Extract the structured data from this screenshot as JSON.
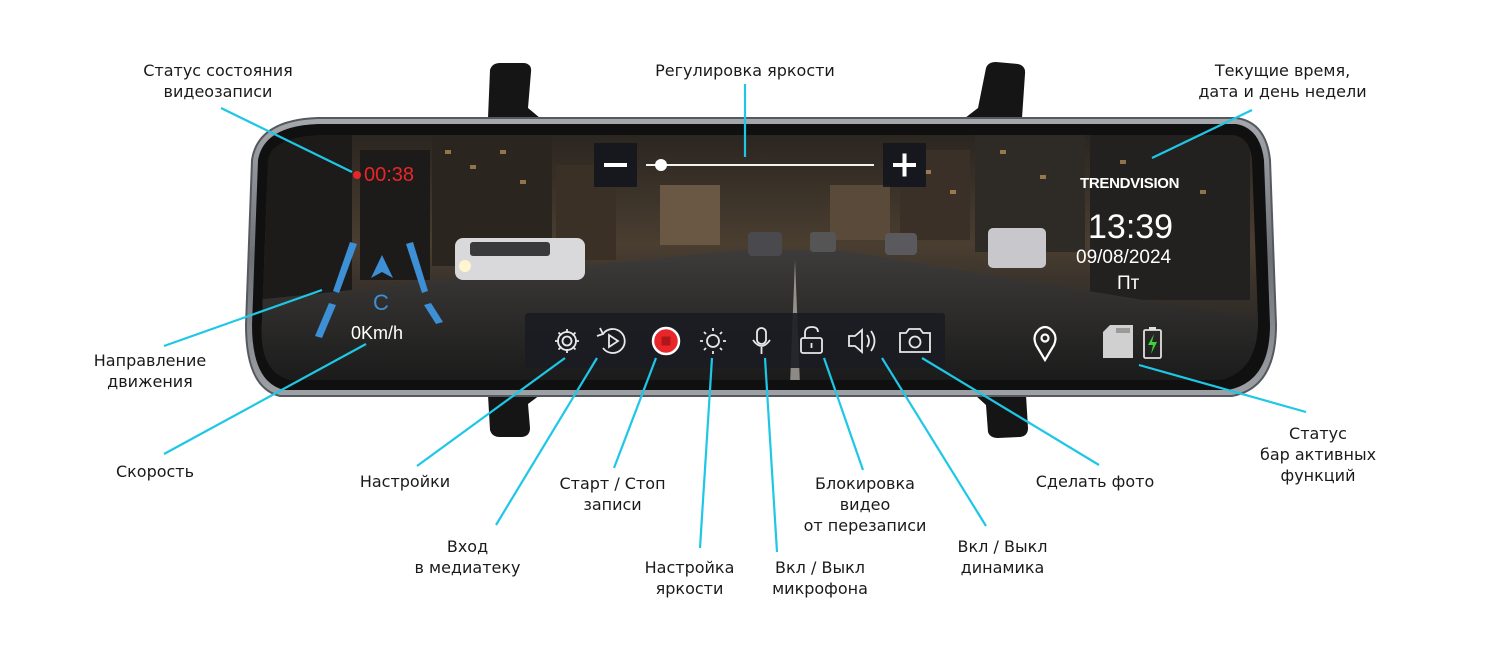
{
  "device": {
    "brand": "TRENDVISION",
    "recording_time": "00:38",
    "clock_time": "13:39",
    "date": "09/08/2024",
    "weekday": "Пт",
    "direction_letter": "C",
    "speed": "0Km/h",
    "brightness_level": 0.05,
    "colors": {
      "recording": "#e8262a",
      "lane": "#3d8fd6",
      "callout_line": "#1ec7e6",
      "frame": "#8d9196"
    },
    "toolbar_icons": [
      "gear-icon",
      "playback-icon",
      "record-stop-icon",
      "brightness-icon",
      "microphone-icon",
      "lock-icon",
      "speaker-icon",
      "camera-icon"
    ],
    "status_icons": [
      "location-pin-icon",
      "sd-card-icon",
      "battery-charging-icon"
    ]
  },
  "callouts": {
    "rec_status": "Статус состояния\nвидеозаписи",
    "brightness_top": "Регулировка яркости",
    "datetime": "Текущие время,\nдата и день недели",
    "direction": "Направление\nдвижения",
    "speed": "Скорость",
    "settings": "Настройки",
    "media": "Вход\nв медиатеку",
    "start_stop": "Старт / Стоп\nзаписи",
    "brightness_btn": "Настройка\nяркости",
    "mic": "Вкл / Выкл\nмикрофона",
    "lock": "Блокировка\nвидео\nот перезаписи",
    "speaker": "Вкл / Выкл\nдинамика",
    "photo": "Сделать фото",
    "status_bar": "Статус\nбар активных\nфункций"
  }
}
